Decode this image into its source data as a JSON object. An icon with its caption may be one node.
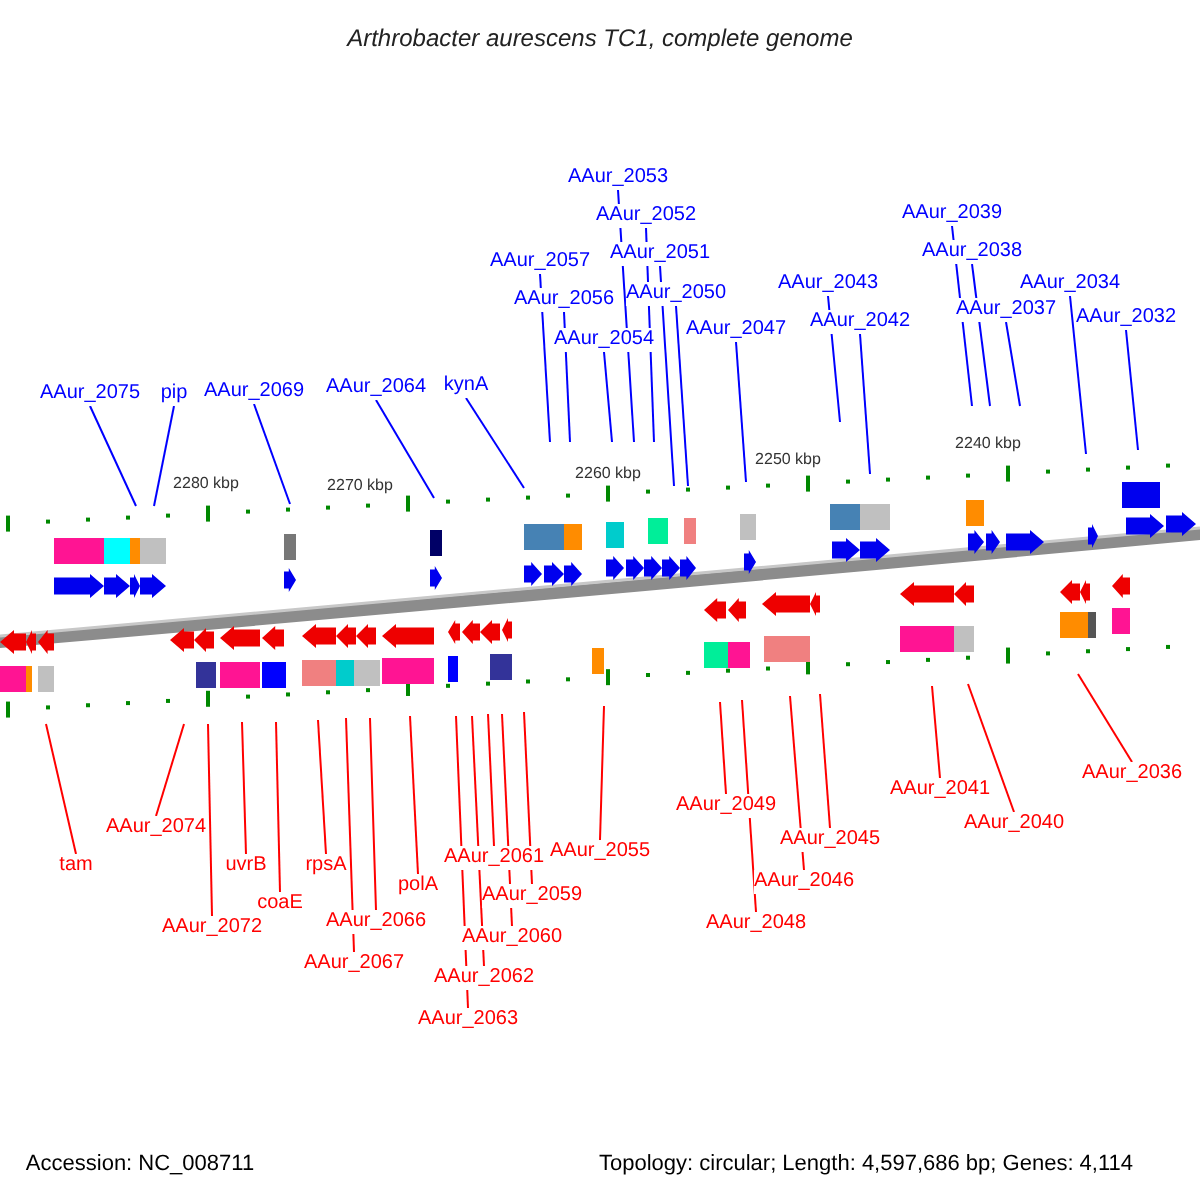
{
  "diagram": {
    "title": "Arthrobacter aurescens TC1, complete genome",
    "nodes": [
      {
        "text": [
          "AAur_2075"
        ]
      },
      {
        "text": [
          "pip"
        ]
      },
      {
        "text": [
          "AAur_2069"
        ]
      },
      {
        "text": [
          "AAur_2064"
        ]
      },
      {
        "text": [
          "kynA"
        ]
      },
      {
        "text": [
          "AAur_2057"
        ]
      },
      {
        "text": [
          "AAur_2056"
        ]
      },
      {
        "text": [
          "AAur_2054"
        ]
      },
      {
        "text": [
          "AAur_2053"
        ]
      },
      {
        "text": [
          "AAur_2052"
        ]
      },
      {
        "text": [
          "AAur_2051"
        ]
      },
      {
        "text": [
          "AAur_2050"
        ]
      },
      {
        "text": [
          "AAur_2047"
        ]
      },
      {
        "text": [
          "AAur_2043"
        ]
      },
      {
        "text": [
          "AAur_2042"
        ]
      },
      {
        "text": [
          "AAur_2039"
        ]
      },
      {
        "text": [
          "AAur_2038"
        ]
      },
      {
        "text": [
          "AAur_2037"
        ]
      },
      {
        "text": [
          "AAur_2034"
        ]
      },
      {
        "text": [
          "AAur_2032"
        ]
      },
      {
        "text": [
          "tam"
        ]
      },
      {
        "text": [
          "AAur_2074"
        ]
      },
      {
        "text": [
          "AAur_2072"
        ]
      },
      {
        "text": [
          "uvrB"
        ]
      },
      {
        "text": [
          "coaE"
        ]
      },
      {
        "text": [
          "rpsA"
        ]
      },
      {
        "text": [
          "AAur_2066"
        ]
      },
      {
        "text": [
          "AAur_2067"
        ]
      },
      {
        "text": [
          "polA"
        ]
      },
      {
        "text": [
          "AAur_2061"
        ]
      },
      {
        "text": [
          "AAur_2059"
        ]
      },
      {
        "text": [
          "AAur_2060"
        ]
      },
      {
        "text": [
          "AAur_2062"
        ]
      },
      {
        "text": [
          "AAur_2063"
        ]
      },
      {
        "text": [
          "AAur_2055"
        ]
      },
      {
        "text": [
          "AAur_2049"
        ]
      },
      {
        "text": [
          "AAur_2048"
        ]
      },
      {
        "text": [
          "AAur_2046"
        ]
      },
      {
        "text": [
          "AAur_2045"
        ]
      },
      {
        "text": [
          "AAur_2041"
        ]
      },
      {
        "text": [
          "AAur_2040"
        ]
      },
      {
        "text": [
          "AAur_2036"
        ]
      }
    ],
    "edges": [
      {
        "from": 0,
        "to": null,
        "arrow": "none",
        "color": "#0000ff"
      },
      {
        "from": 1,
        "to": null,
        "arrow": "none",
        "color": "#0000ff"
      },
      {
        "from": 2,
        "to": null,
        "arrow": "none",
        "color": "#0000ff"
      },
      {
        "from": 3,
        "to": null,
        "arrow": "none",
        "color": "#0000ff"
      },
      {
        "from": 4,
        "to": null,
        "arrow": "none",
        "color": "#0000ff"
      },
      {
        "from": 5,
        "to": null,
        "arrow": "none",
        "color": "#0000ff"
      },
      {
        "from": 6,
        "to": null,
        "arrow": "none",
        "color": "#0000ff"
      },
      {
        "from": 7,
        "to": null,
        "arrow": "none",
        "color": "#0000ff"
      },
      {
        "from": 8,
        "to": null,
        "arrow": "none",
        "color": "#0000ff"
      },
      {
        "from": 9,
        "to": null,
        "arrow": "none",
        "color": "#0000ff"
      },
      {
        "from": 10,
        "to": null,
        "arrow": "none",
        "color": "#0000ff"
      },
      {
        "from": 11,
        "to": null,
        "arrow": "none",
        "color": "#0000ff"
      },
      {
        "from": 12,
        "to": null,
        "arrow": "none",
        "color": "#0000ff"
      },
      {
        "from": 13,
        "to": null,
        "arrow": "none",
        "color": "#0000ff"
      },
      {
        "from": 14,
        "to": null,
        "arrow": "none",
        "color": "#0000ff"
      },
      {
        "from": 15,
        "to": null,
        "arrow": "none",
        "color": "#0000ff"
      },
      {
        "from": 16,
        "to": null,
        "arrow": "none",
        "color": "#0000ff"
      },
      {
        "from": 17,
        "to": null,
        "arrow": "none",
        "color": "#0000ff"
      },
      {
        "from": 18,
        "to": null,
        "arrow": "none",
        "color": "#0000ff"
      },
      {
        "from": 19,
        "to": null,
        "arrow": "none",
        "color": "#0000ff"
      },
      {
        "from": 20,
        "to": null,
        "arrow": "none",
        "color": "#ff0000"
      },
      {
        "from": 21,
        "to": null,
        "arrow": "none",
        "color": "#ff0000"
      },
      {
        "from": 22,
        "to": null,
        "arrow": "none",
        "color": "#ff0000"
      },
      {
        "from": 23,
        "to": null,
        "arrow": "none",
        "color": "#ff0000"
      },
      {
        "from": 24,
        "to": null,
        "arrow": "none",
        "color": "#ff0000"
      },
      {
        "from": 25,
        "to": null,
        "arrow": "none",
        "color": "#ff0000"
      },
      {
        "from": 26,
        "to": null,
        "arrow": "none",
        "color": "#ff0000"
      },
      {
        "from": 27,
        "to": null,
        "arrow": "none",
        "color": "#ff0000"
      },
      {
        "from": 28,
        "to": null,
        "arrow": "none",
        "color": "#ff0000"
      },
      {
        "from": 29,
        "to": null,
        "arrow": "none",
        "color": "#ff0000"
      },
      {
        "from": 30,
        "to": null,
        "arrow": "none",
        "color": "#ff0000"
      },
      {
        "from": 31,
        "to": null,
        "arrow": "none",
        "color": "#ff0000"
      },
      {
        "from": 32,
        "to": null,
        "arrow": "none",
        "color": "#ff0000"
      },
      {
        "from": 33,
        "to": null,
        "arrow": "none",
        "color": "#ff0000"
      },
      {
        "from": 34,
        "to": null,
        "arrow": "none",
        "color": "#ff0000"
      },
      {
        "from": 35,
        "to": null,
        "arrow": "none",
        "color": "#ff0000"
      },
      {
        "from": 36,
        "to": null,
        "arrow": "none",
        "color": "#ff0000"
      },
      {
        "from": 37,
        "to": null,
        "arrow": "none",
        "color": "#ff0000"
      },
      {
        "from": 38,
        "to": null,
        "arrow": "none",
        "color": "#ff0000"
      },
      {
        "from": 39,
        "to": null,
        "arrow": "none",
        "color": "#ff0000"
      },
      {
        "from": 40,
        "to": null,
        "arrow": "none",
        "color": "#ff0000"
      },
      {
        "from": 41,
        "to": null,
        "arrow": "none",
        "color": "#ff0000"
      }
    ],
    "labels": [
      "2280 kbp",
      "2270 kbp",
      "2260 kbp",
      "2250 kbp",
      "2240 kbp",
      "Accession: NC_008711",
      "Topology: circular; Length: 4,597,686 bp; Genes: 4,114"
    ]
  }
}
